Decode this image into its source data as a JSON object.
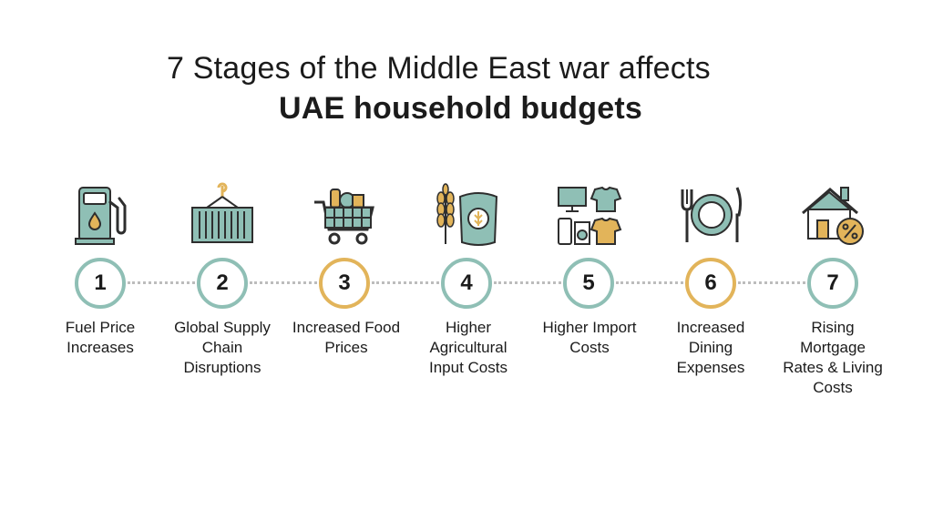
{
  "title": {
    "line1": "7 Stages of the Middle East war affects",
    "line2": "UAE household budgets"
  },
  "colors": {
    "teal": "#8fbfb5",
    "gold": "#e2b45a",
    "dark": "#1b1b1b",
    "connector": "#bcbcbc"
  },
  "steps": [
    {
      "number": "1",
      "label": "Fuel Price Increases",
      "accent": "teal",
      "icon": "fuel-pump-icon"
    },
    {
      "number": "2",
      "label": "Global Supply Chain Disruptions",
      "accent": "teal",
      "icon": "shipping-container-icon"
    },
    {
      "number": "3",
      "label": "Increased Food Prices",
      "accent": "gold",
      "icon": "shopping-cart-icon"
    },
    {
      "number": "4",
      "label": "Higher Agricultural Input Costs",
      "accent": "teal",
      "icon": "grain-sack-icon"
    },
    {
      "number": "5",
      "label": "Higher Import Costs",
      "accent": "teal",
      "icon": "electronics-clothing-icon"
    },
    {
      "number": "6",
      "label": "Increased Dining Expenses",
      "accent": "gold",
      "icon": "plate-cutlery-icon"
    },
    {
      "number": "7",
      "label": "Rising Mortgage Rates & Living Costs",
      "accent": "teal",
      "icon": "house-percent-icon"
    }
  ]
}
